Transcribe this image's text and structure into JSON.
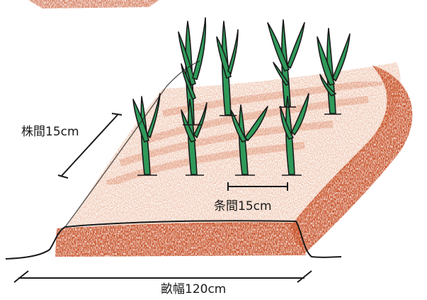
{
  "labels": {
    "plant_spacing": "株間15cm",
    "row_spacing": "条間15cm",
    "bed_width": "畝幅120cm"
  },
  "colors": {
    "soil": "#c8532a",
    "soil_light": "#f0c9b5",
    "leaf": "#2f9a5a",
    "outline": "#1a1a1a"
  }
}
